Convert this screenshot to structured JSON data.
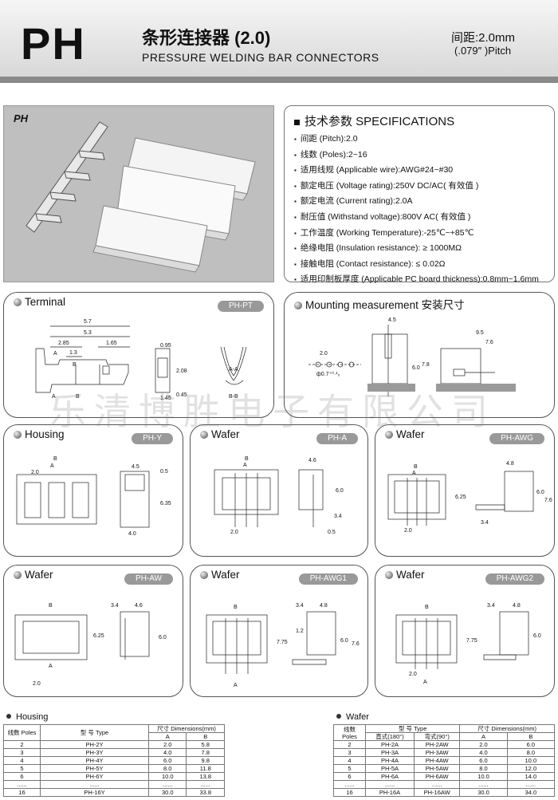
{
  "header": {
    "brand": "PH",
    "title_cn": "条形连接器 (2.0)",
    "title_en": "PRESSURE WELDING BAR CONNECTORS",
    "pitch_mm": "间距:2.0mm",
    "pitch_in": "(.079″ )Pitch"
  },
  "photo": {
    "label": "PH"
  },
  "specs": {
    "title": "技术参数  SPECIFICATIONS",
    "items": [
      "间距 (Pitch):2.0",
      "线数 (Poles):2~16",
      "适用线规 (Applicable wire):AWG#24~#30",
      "额定电压 (Voltage rating):250V DC/AC( 有效值 )",
      "额定电流 (Current rating):2.0A",
      "耐压值 (Withstand voltage):800V AC( 有效值 )",
      "工作温度 (Working Temperature):-25℃~+85℃",
      "绝缘电阻 (Insulation resistance): ≥ 1000MΩ",
      "接触电阻 (Contact resistance): ≤ 0.02Ω",
      "适用印制板厚度 (Applicable PC board thickness):0.8mm~1.6mm"
    ]
  },
  "panels": {
    "terminal": {
      "title": "Terminal",
      "code": "PH-PT",
      "dims": [
        "5.7",
        "5.3",
        "2.85",
        "1.3",
        "1.65",
        "A",
        "B",
        "A",
        "B",
        "0.95",
        "2.08",
        "1.45",
        "0.45",
        "A-A",
        "B-B"
      ]
    },
    "mounting": {
      "title": "Mounting measurement  安装尺寸",
      "dims": [
        "2.0",
        "ф0.7⁺⁰·¹₀",
        "4.5",
        "6.0",
        "7.8",
        "9.5",
        "7.6"
      ]
    },
    "housing": {
      "title": "Housing",
      "code": "PH-Y",
      "dims": [
        "B",
        "A",
        "2.0",
        "4.5",
        "0.5",
        "6.35",
        "4.0"
      ]
    },
    "wafer_a": {
      "title": "Wafer",
      "code": "PH-A",
      "dims": [
        "B",
        "A",
        "4.6",
        "6.0",
        "3.4",
        "2.0",
        "0.5"
      ]
    },
    "wafer_awg": {
      "title": "Wafer",
      "code": "PH-AWG",
      "dims": [
        "B",
        "A",
        "4.8",
        "6.25",
        "6.0",
        "7.6",
        "2.0",
        "3.4"
      ]
    },
    "wafer_aw": {
      "title": "Wafer",
      "code": "PH-AW",
      "dims": [
        "B",
        "A",
        "2.0",
        "3.4",
        "4.6",
        "6.25",
        "6.0"
      ]
    },
    "wafer_awg1": {
      "title": "Wafer",
      "code": "PH-AWG1",
      "dims": [
        "B",
        "A",
        "3.4",
        "4.8",
        "7.75",
        "1.2",
        "6.0",
        "7.6"
      ]
    },
    "wafer_awg2": {
      "title": "Wafer",
      "code": "PH-AWG2",
      "dims": [
        "B",
        "A",
        "3.4",
        "4.8",
        "7.75",
        "6.0",
        "2.0"
      ]
    }
  },
  "watermark": "乐清博胜电子有限公司",
  "housing_table": {
    "title": "Housing",
    "headers": [
      "线数 Poles",
      "型  号 Type",
      "尺寸 Dimensions(mm)",
      "A",
      "B"
    ],
    "rows": [
      [
        "2",
        "PH-2Y",
        "2.0",
        "5.8"
      ],
      [
        "3",
        "PH-3Y",
        "4.0",
        "7.8"
      ],
      [
        "4",
        "PH-4Y",
        "6.0",
        "9.8"
      ],
      [
        "5",
        "PH-5Y",
        "8.0",
        "11.8"
      ],
      [
        "6",
        "PH-6Y",
        "10.0",
        "13.8"
      ],
      [
        "......",
        "......",
        "......",
        "......"
      ],
      [
        "16",
        "PH-16Y",
        "30.0",
        "33.8"
      ]
    ]
  },
  "wafer_table": {
    "title": "Wafer",
    "headers": [
      "线数 Poles",
      "型  号  Type",
      "尺寸 Dimensions(mm)",
      "直式(180°)",
      "弯式(90°)",
      "A",
      "B"
    ],
    "rows": [
      [
        "2",
        "PH-2A",
        "PH-2AW",
        "2.0",
        "6.0"
      ],
      [
        "3",
        "PH-3A",
        "PH-3AW",
        "4.0",
        "8.0"
      ],
      [
        "4",
        "PH-4A",
        "PH-4AW",
        "6.0",
        "10.0"
      ],
      [
        "5",
        "PH-5A",
        "PH-5AW",
        "8.0",
        "12.0"
      ],
      [
        "6",
        "PH-6A",
        "PH-6AW",
        "10.0",
        "14.0"
      ],
      [
        "......",
        "......",
        "......",
        "......",
        "......"
      ],
      [
        "16",
        "PH-16A",
        "PH-16AW",
        "30.0",
        "34.0"
      ]
    ]
  }
}
